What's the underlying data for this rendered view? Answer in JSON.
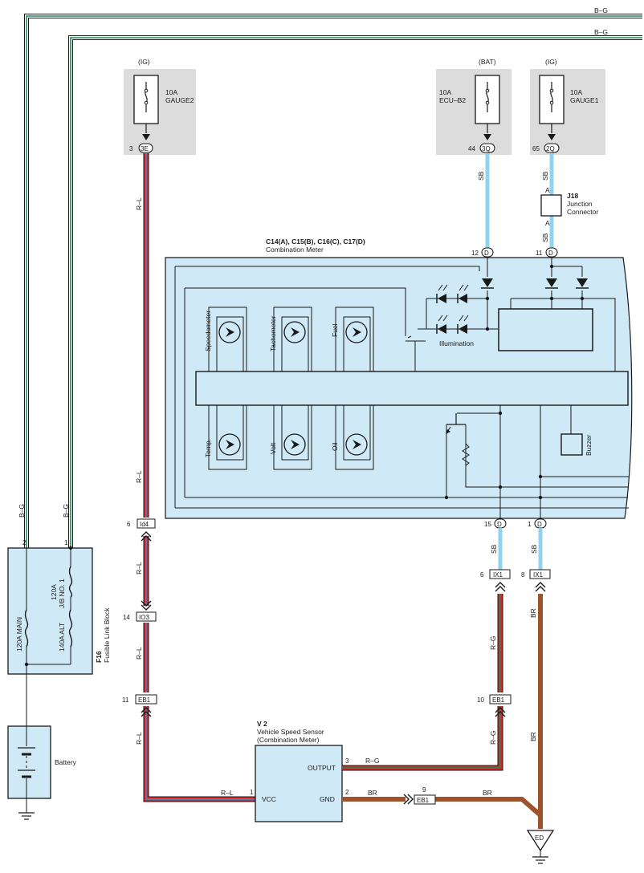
{
  "wires": {
    "top1": "B–G",
    "top2": "B–G",
    "bg_left": "B–G",
    "bg_right": "B–G",
    "rl_upper": "R–L",
    "rl_mid": "R–L",
    "rl_lower": "R–L",
    "rl_lower2": "R–L",
    "rl_bottom": "R–L",
    "rl_vcc": "R–L",
    "sb_ecu": "SB",
    "sb_g1_a": "SB",
    "sb_g1_b": "SB",
    "sb_15": "SB",
    "sb_1": "SB",
    "rg_upper": "R–G",
    "rg_lower": "R–G",
    "rg_out": "R–G",
    "br_upper": "BR",
    "br_lower": "BR",
    "br_gnd1": "BR",
    "br_gnd2": "BR"
  },
  "fuses": {
    "gauge2": {
      "supply": "(IG)",
      "rating": "10A",
      "name": "GAUGE2",
      "pin": "3",
      "conn": "3E"
    },
    "ecu_b2": {
      "supply": "(BAT)",
      "rating": "10A",
      "name": "ECU–B2",
      "pin": "44",
      "conn": "3Q"
    },
    "gauge1": {
      "supply": "(IG)",
      "rating": "10A",
      "name": "GAUGE1",
      "pin": "65",
      "conn": "2Q"
    }
  },
  "junction": {
    "id": "J18",
    "line1": "Junction",
    "line2": "Connector",
    "pin_top": "A",
    "pin_bottom": "A"
  },
  "meter": {
    "title": "C14(A), C15(B), C16(C), C17(D)",
    "subtitle": "Combination Meter",
    "pin12": "12",
    "pin12_conn": "D",
    "pin11": "11",
    "pin11_conn": "D",
    "pin15": "15",
    "pin15_conn": "D",
    "pin1": "1",
    "pin1_conn": "D",
    "gauges_top": [
      "Speedometer",
      "Tachometer",
      "Fuel"
    ],
    "gauges_bottom": [
      "Temp.",
      "Volt",
      "Oil"
    ],
    "illumination": "Illumination",
    "buzzer": "Buzzer"
  },
  "fusible_link": {
    "id": "F16",
    "name": "Fusible Link Block",
    "pin2": "2",
    "pin1": "1",
    "main_rating": "120A MAIN",
    "jb_rating": "120A",
    "jb_name": "J/B NO. 1",
    "alt_rating": "140A ALT"
  },
  "battery": "Battery",
  "connectors": {
    "id4": {
      "pin": "6",
      "name": "Id4"
    },
    "io3": {
      "pin": "14",
      "name": "IO3"
    },
    "eb1_left": {
      "pin": "11",
      "name": "EB1"
    },
    "eb1_right": {
      "pin": "10",
      "name": "EB1"
    },
    "eb1_gnd": {
      "pin": "9",
      "name": "EB1"
    },
    "ix1_left": {
      "pin": "6",
      "name": "IX1"
    },
    "ix1_right": {
      "pin": "8",
      "name": "IX1"
    }
  },
  "sensor": {
    "id": "V 2",
    "line1": "Vehicle Speed Sensor",
    "line2": "(Combination Meter)",
    "output": "OUTPUT",
    "gnd": "GND",
    "vcc": "VCC",
    "pin_output": "3",
    "pin_gnd": "2",
    "pin_vcc": "1"
  },
  "ground": "ED",
  "colors": {
    "bg_green": "#1f8a52",
    "rl_red": "#d7262b",
    "rl_blue": "#3e8fd0",
    "sb_blue": "#8fd3f0",
    "rg_red": "#d7262b",
    "rg_green": "#1f8a52",
    "br_brown": "#a0522d",
    "meter_fill": "#cfe9f7",
    "fuse_gray": "#dcdcdc"
  }
}
